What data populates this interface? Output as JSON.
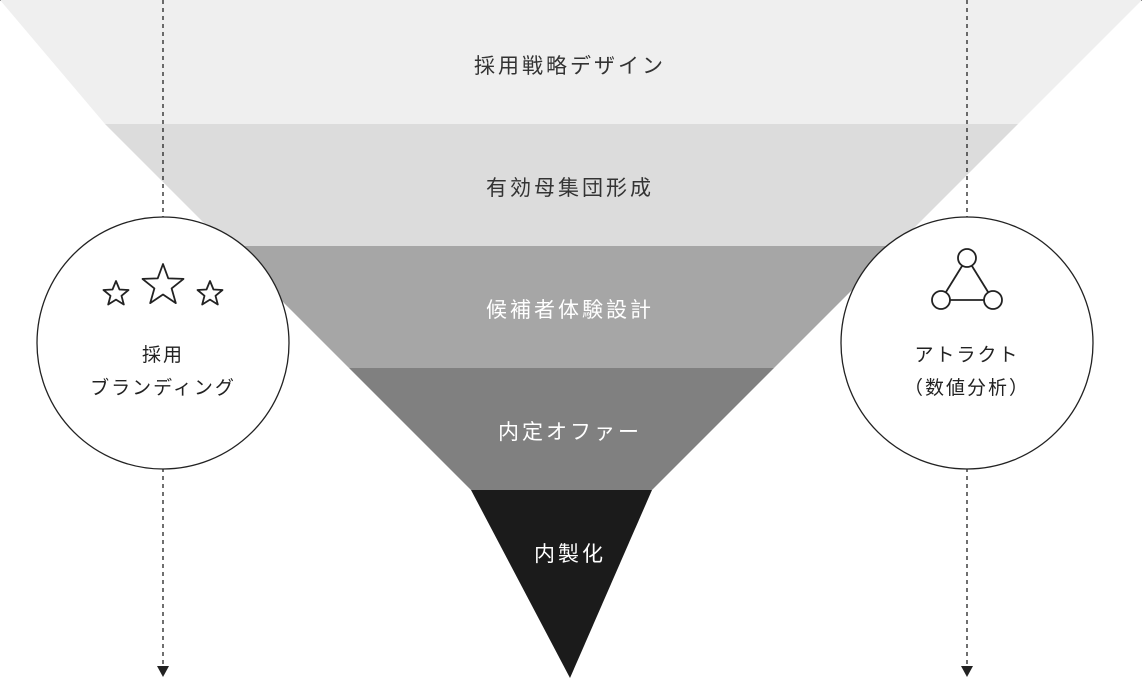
{
  "funnel": {
    "stages": [
      {
        "label": "採用戦略デザイン",
        "fill": "#efefef",
        "text_color": "#333333"
      },
      {
        "label": "有効母集団形成",
        "fill": "#dcdcdc",
        "text_color": "#333333"
      },
      {
        "label": "候補者体験設計",
        "fill": "#a6a6a6",
        "text_color": "#ffffff"
      },
      {
        "label": "内定オファー",
        "fill": "#808080",
        "text_color": "#ffffff"
      },
      {
        "label": "内製化",
        "fill": "#1b1b1b",
        "text_color": "#ffffff"
      }
    ]
  },
  "left_circle": {
    "icon": "three-stars-icon",
    "line1": "採用",
    "line2": "ブランディング"
  },
  "right_circle": {
    "icon": "triangle-network-icon",
    "line1": "アトラクト",
    "line2": "（数値分析）"
  },
  "colors": {
    "line": "#222222",
    "circle_border": "#222222"
  }
}
